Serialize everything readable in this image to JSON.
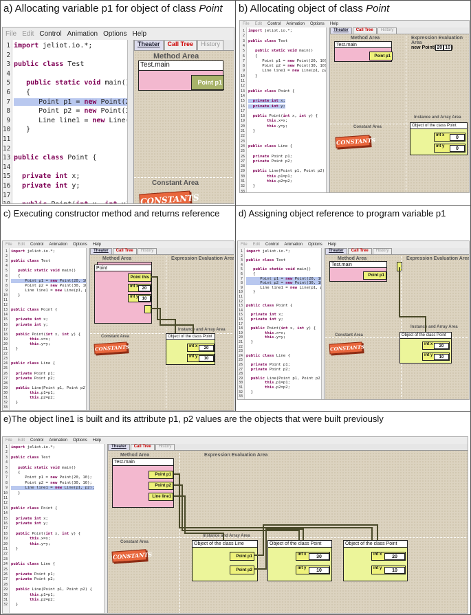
{
  "captions": {
    "a": "a) Allocating variable p1 for object of class",
    "a_em": "Point",
    "b": "b) Allocating object of class",
    "b_em": "Point",
    "c": "c) Executing constructor method and returns reference",
    "d": "d) Assigning object reference to program variable p1",
    "e": "e)The object line1 is built and its attribute p1, p2 values are the objects that were built previously"
  },
  "menu": [
    "File",
    "Edit",
    "Control",
    "Animation",
    "Options",
    "Help"
  ],
  "tabs": [
    "Theater",
    "Call Tree",
    "History"
  ],
  "areas": {
    "method": "Method Area",
    "constant": "Constant Area",
    "expression": "Expression Evaluation Area",
    "instance": "Instance and Array Area"
  },
  "constants_label": "CONSTANTS",
  "frame": {
    "main": "Test.main",
    "point": "Point"
  },
  "slots": {
    "p1": "Point p1",
    "p2": "Point p2",
    "line1": "Line line1",
    "this": "Point this",
    "x": "int x",
    "y": "int y"
  },
  "values": {
    "x1": "20",
    "y1": "10",
    "x2": "30",
    "y2": "10",
    "zero": "0"
  },
  "objects": {
    "point": "Object of the class Point",
    "line": "Object of the class Line"
  },
  "expr_b": "new Point(",
  "code": [
    {
      "n": "1",
      "t": "import jeliot.io.*;"
    },
    {
      "n": "2",
      "t": ""
    },
    {
      "n": "3",
      "t": "public class Test"
    },
    {
      "n": "4",
      "t": ""
    },
    {
      "n": "5",
      "t": "   public static void main()"
    },
    {
      "n": "6",
      "t": "   {"
    },
    {
      "n": "7",
      "t": "      Point p1 = new Point(20, 10);"
    },
    {
      "n": "8",
      "t": "      Point p2 = new Point(30, 10);"
    },
    {
      "n": "9",
      "t": "      Line line1 = new Line(p1, p2);"
    },
    {
      "n": "10",
      "t": "   }"
    },
    {
      "n": "11",
      "t": ""
    },
    {
      "n": "12",
      "t": ""
    },
    {
      "n": "13",
      "t": "public class Point {"
    },
    {
      "n": "14",
      "t": ""
    },
    {
      "n": "15",
      "t": "  private int x;"
    },
    {
      "n": "16",
      "t": "  private int y;"
    },
    {
      "n": "17",
      "t": ""
    },
    {
      "n": "18",
      "t": "  public Point(int x, int y) {"
    },
    {
      "n": "19",
      "t": "        this.x=x;"
    },
    {
      "n": "20",
      "t": "        this.y=y;"
    },
    {
      "n": "21",
      "t": "  }"
    },
    {
      "n": "22",
      "t": ""
    },
    {
      "n": "23",
      "t": ""
    },
    {
      "n": "24",
      "t": "public class Line {"
    },
    {
      "n": "25",
      "t": ""
    },
    {
      "n": "26",
      "t": "  private Point p1;"
    },
    {
      "n": "27",
      "t": "  private Point p2;"
    },
    {
      "n": "28",
      "t": ""
    },
    {
      "n": "29",
      "t": "  public Line(Point p1, Point p2) {"
    },
    {
      "n": "30",
      "t": "        this.p1=p1;"
    },
    {
      "n": "31",
      "t": "        this.p2=p2;"
    },
    {
      "n": "32",
      "t": "  }"
    },
    {
      "n": "33",
      "t": ""
    }
  ],
  "colors": {
    "frame": "#f3b8cf",
    "slot": "#eef27a",
    "object": "#ecf59a",
    "constants": "#e8663c",
    "theater": "#dcd3c0"
  }
}
